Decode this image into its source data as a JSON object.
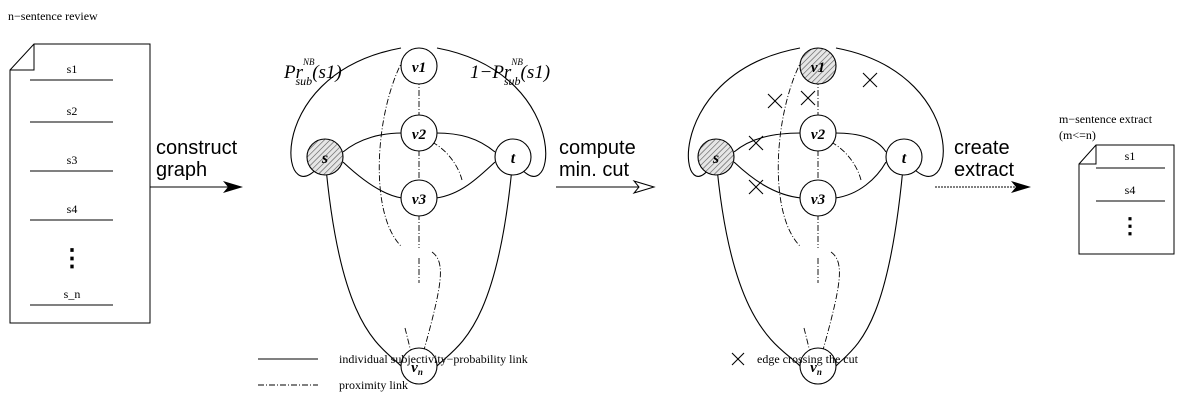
{
  "review": {
    "title": "n−sentence review",
    "sentences": [
      "s1",
      "s2",
      "s3",
      "s4",
      "⋮",
      "s_n"
    ]
  },
  "steps": {
    "construct": [
      "construct",
      "graph"
    ],
    "compute": [
      "compute",
      "min. cut"
    ],
    "create": [
      "create",
      "extract"
    ]
  },
  "graph": {
    "source_label": "s",
    "sink_label": "t",
    "nodes": [
      "v1",
      "v2",
      "v3"
    ],
    "last_node": "v",
    "last_node_sub": "n",
    "prob_left": {
      "base": "Pr",
      "sup": "NB",
      "sub": "sub",
      "arg": "(s1)"
    },
    "prob_right": {
      "prefix": "1−",
      "base": "Pr",
      "sup": "NB",
      "sub": "sub",
      "arg": "(s1)"
    }
  },
  "extract": {
    "title": "m−sentence extract",
    "subtitle": "(m<=n)",
    "sentences": [
      "s1",
      "s4",
      "⋮"
    ]
  },
  "legend": {
    "solid": "individual subjectivity−probability link",
    "dashed": "proximity link",
    "cross": "edge crossing the cut"
  }
}
